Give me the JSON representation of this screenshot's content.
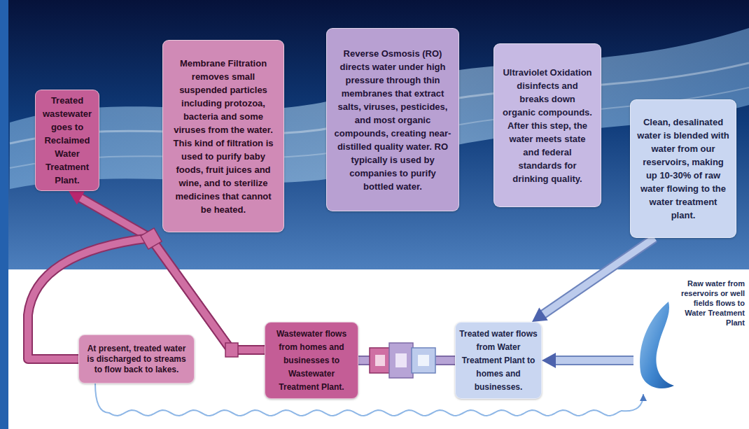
{
  "diagram": {
    "nodes": [
      {
        "text": [
          "Treated wastewater goes to Reclaimed Water Treatment Plant."
        ]
      },
      {
        "text": [
          "Membrane Filtration removes small suspended particles including protozoa, bacteria and some viruses from the water. This kind of filtration is used to purify baby foods, fruit juices and wine, and to sterilize medicines that cannot be heated."
        ]
      },
      {
        "text": [
          "Reverse Osmosis (RO) directs water under high pressure through thin membranes that extract salts, viruses, pesticides, and most organic compounds, creating near-distilled quality water. RO typically is used by companies to purify bottled water."
        ]
      },
      {
        "text": [
          "Ultraviolet Oxidation disinfects and breaks down organic compounds. After this step, the water meets state and federal standards for drinking quality."
        ]
      },
      {
        "text": [
          "Clean, desalinated water is blended with water from our reservoirs, making up 10-30% of raw water flowing to the water treatment plant."
        ]
      },
      {
        "text": [
          "At present, treated water is discharged to streams to flow back to lakes."
        ]
      },
      {
        "text": [
          "Wastewater flows from homes and businesses to Wastewater Treatment Plant."
        ]
      },
      {
        "text": [
          "Treated water flows from Water Treatment Plant to homes and businesses."
        ]
      },
      {
        "text": [
          "Raw water from reservoirs or well fields flows to Water Treatment Plant"
        ]
      }
    ],
    "edges": [
      {
        "from": 6,
        "to": 0,
        "arrow": "to"
      },
      {
        "from": 6,
        "to": 5,
        "arrow": "none"
      },
      {
        "from": 5,
        "to": 8,
        "arrow": "to"
      },
      {
        "from": 4,
        "to": 7,
        "arrow": "to"
      },
      {
        "from": 8,
        "to": 7,
        "arrow": "to"
      },
      {
        "from": 7,
        "to": 6,
        "arrow": "none"
      }
    ]
  }
}
